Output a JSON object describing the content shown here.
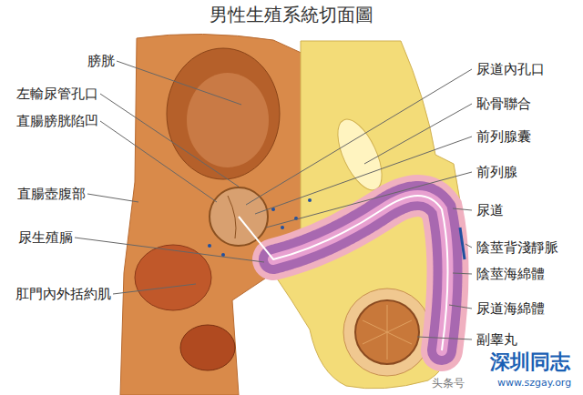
{
  "diagram": {
    "title": "男性生殖系統切面圖",
    "labels": [
      "膀胱",
      "左輸尿管孔口",
      "直腸膀胱陷凹",
      "直腸壺腹部",
      "尿生殖膈",
      "肛門內外括約肌",
      "尿道內孔口",
      "恥骨聯合",
      "前列腺囊",
      "前列腺",
      "尿道",
      "陰莖背淺靜脈",
      "陰莖海綿體",
      "尿道海綿體",
      "副睾丸",
      "深圳同志",
      "www.szgay.org",
      "头条号"
    ]
  }
}
